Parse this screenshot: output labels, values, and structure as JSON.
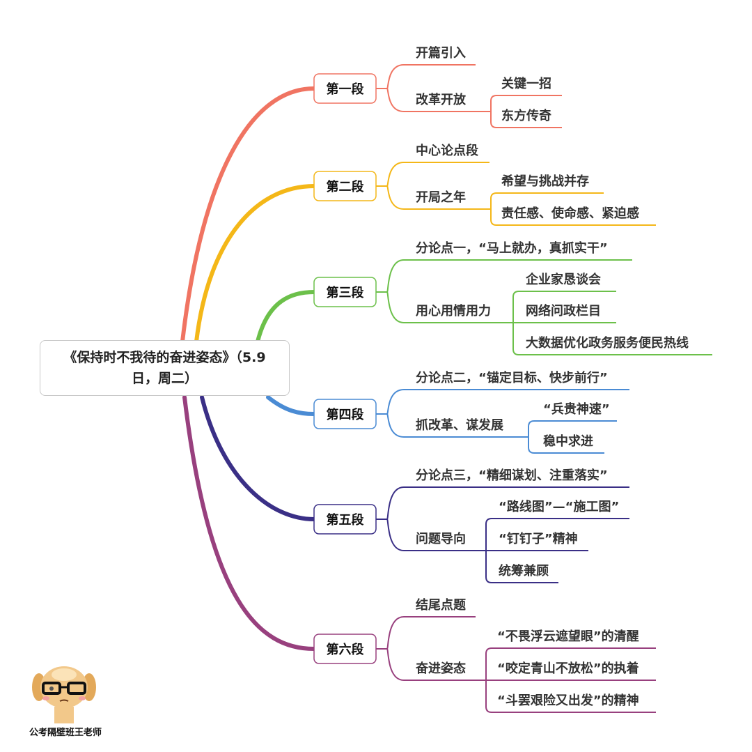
{
  "root": {
    "title": "《保持时不我待的奋进姿态》（5.9日，周二）"
  },
  "colors": [
    "#f07462",
    "#f4b718",
    "#6cc04a",
    "#4a8bd4",
    "#3a2f86",
    "#98407e"
  ],
  "sections": [
    {
      "label": "第一段",
      "children": [
        {
          "label": "开篇引入"
        },
        {
          "label": "改革开放",
          "children": [
            {
              "label": "关键一招"
            },
            {
              "label": "东方传奇"
            }
          ]
        }
      ]
    },
    {
      "label": "第二段",
      "children": [
        {
          "label": "中心论点段"
        },
        {
          "label": "开局之年",
          "children": [
            {
              "label": "希望与挑战并存"
            },
            {
              "label": "责任感、使命感、紧迫感"
            }
          ]
        }
      ]
    },
    {
      "label": "第三段",
      "children": [
        {
          "label": "分论点一，“马上就办，真抓实干”"
        },
        {
          "label": "用心用情用力",
          "children": [
            {
              "label": "企业家恳谈会"
            },
            {
              "label": "网络问政栏目"
            },
            {
              "label": "大数据优化政务服务便民热线"
            }
          ]
        }
      ]
    },
    {
      "label": "第四段",
      "children": [
        {
          "label": "分论点二，“锚定目标、快步前行”"
        },
        {
          "label": "抓改革、谋发展",
          "children": [
            {
              "label": "“兵贵神速”"
            },
            {
              "label": "稳中求进"
            }
          ]
        }
      ]
    },
    {
      "label": "第五段",
      "children": [
        {
          "label": "分论点三，“精细谋划、注重落实”"
        },
        {
          "label": "问题导向",
          "children": [
            {
              "label": "“路线图”—“施工图”"
            },
            {
              "label": "“钉钉子”精神"
            },
            {
              "label": "统筹兼顾"
            }
          ]
        }
      ]
    },
    {
      "label": "第六段",
      "children": [
        {
          "label": "结尾点题"
        },
        {
          "label": "奋进姿态",
          "children": [
            {
              "label": "“不畏浮云遮望眼”的清醒"
            },
            {
              "label": "“咬定青山不放松”的执着"
            },
            {
              "label": "“斗罢艰险又出发”的精神"
            }
          ]
        }
      ]
    }
  ],
  "watermark": {
    "caption": "公考隔壁班王老师"
  }
}
